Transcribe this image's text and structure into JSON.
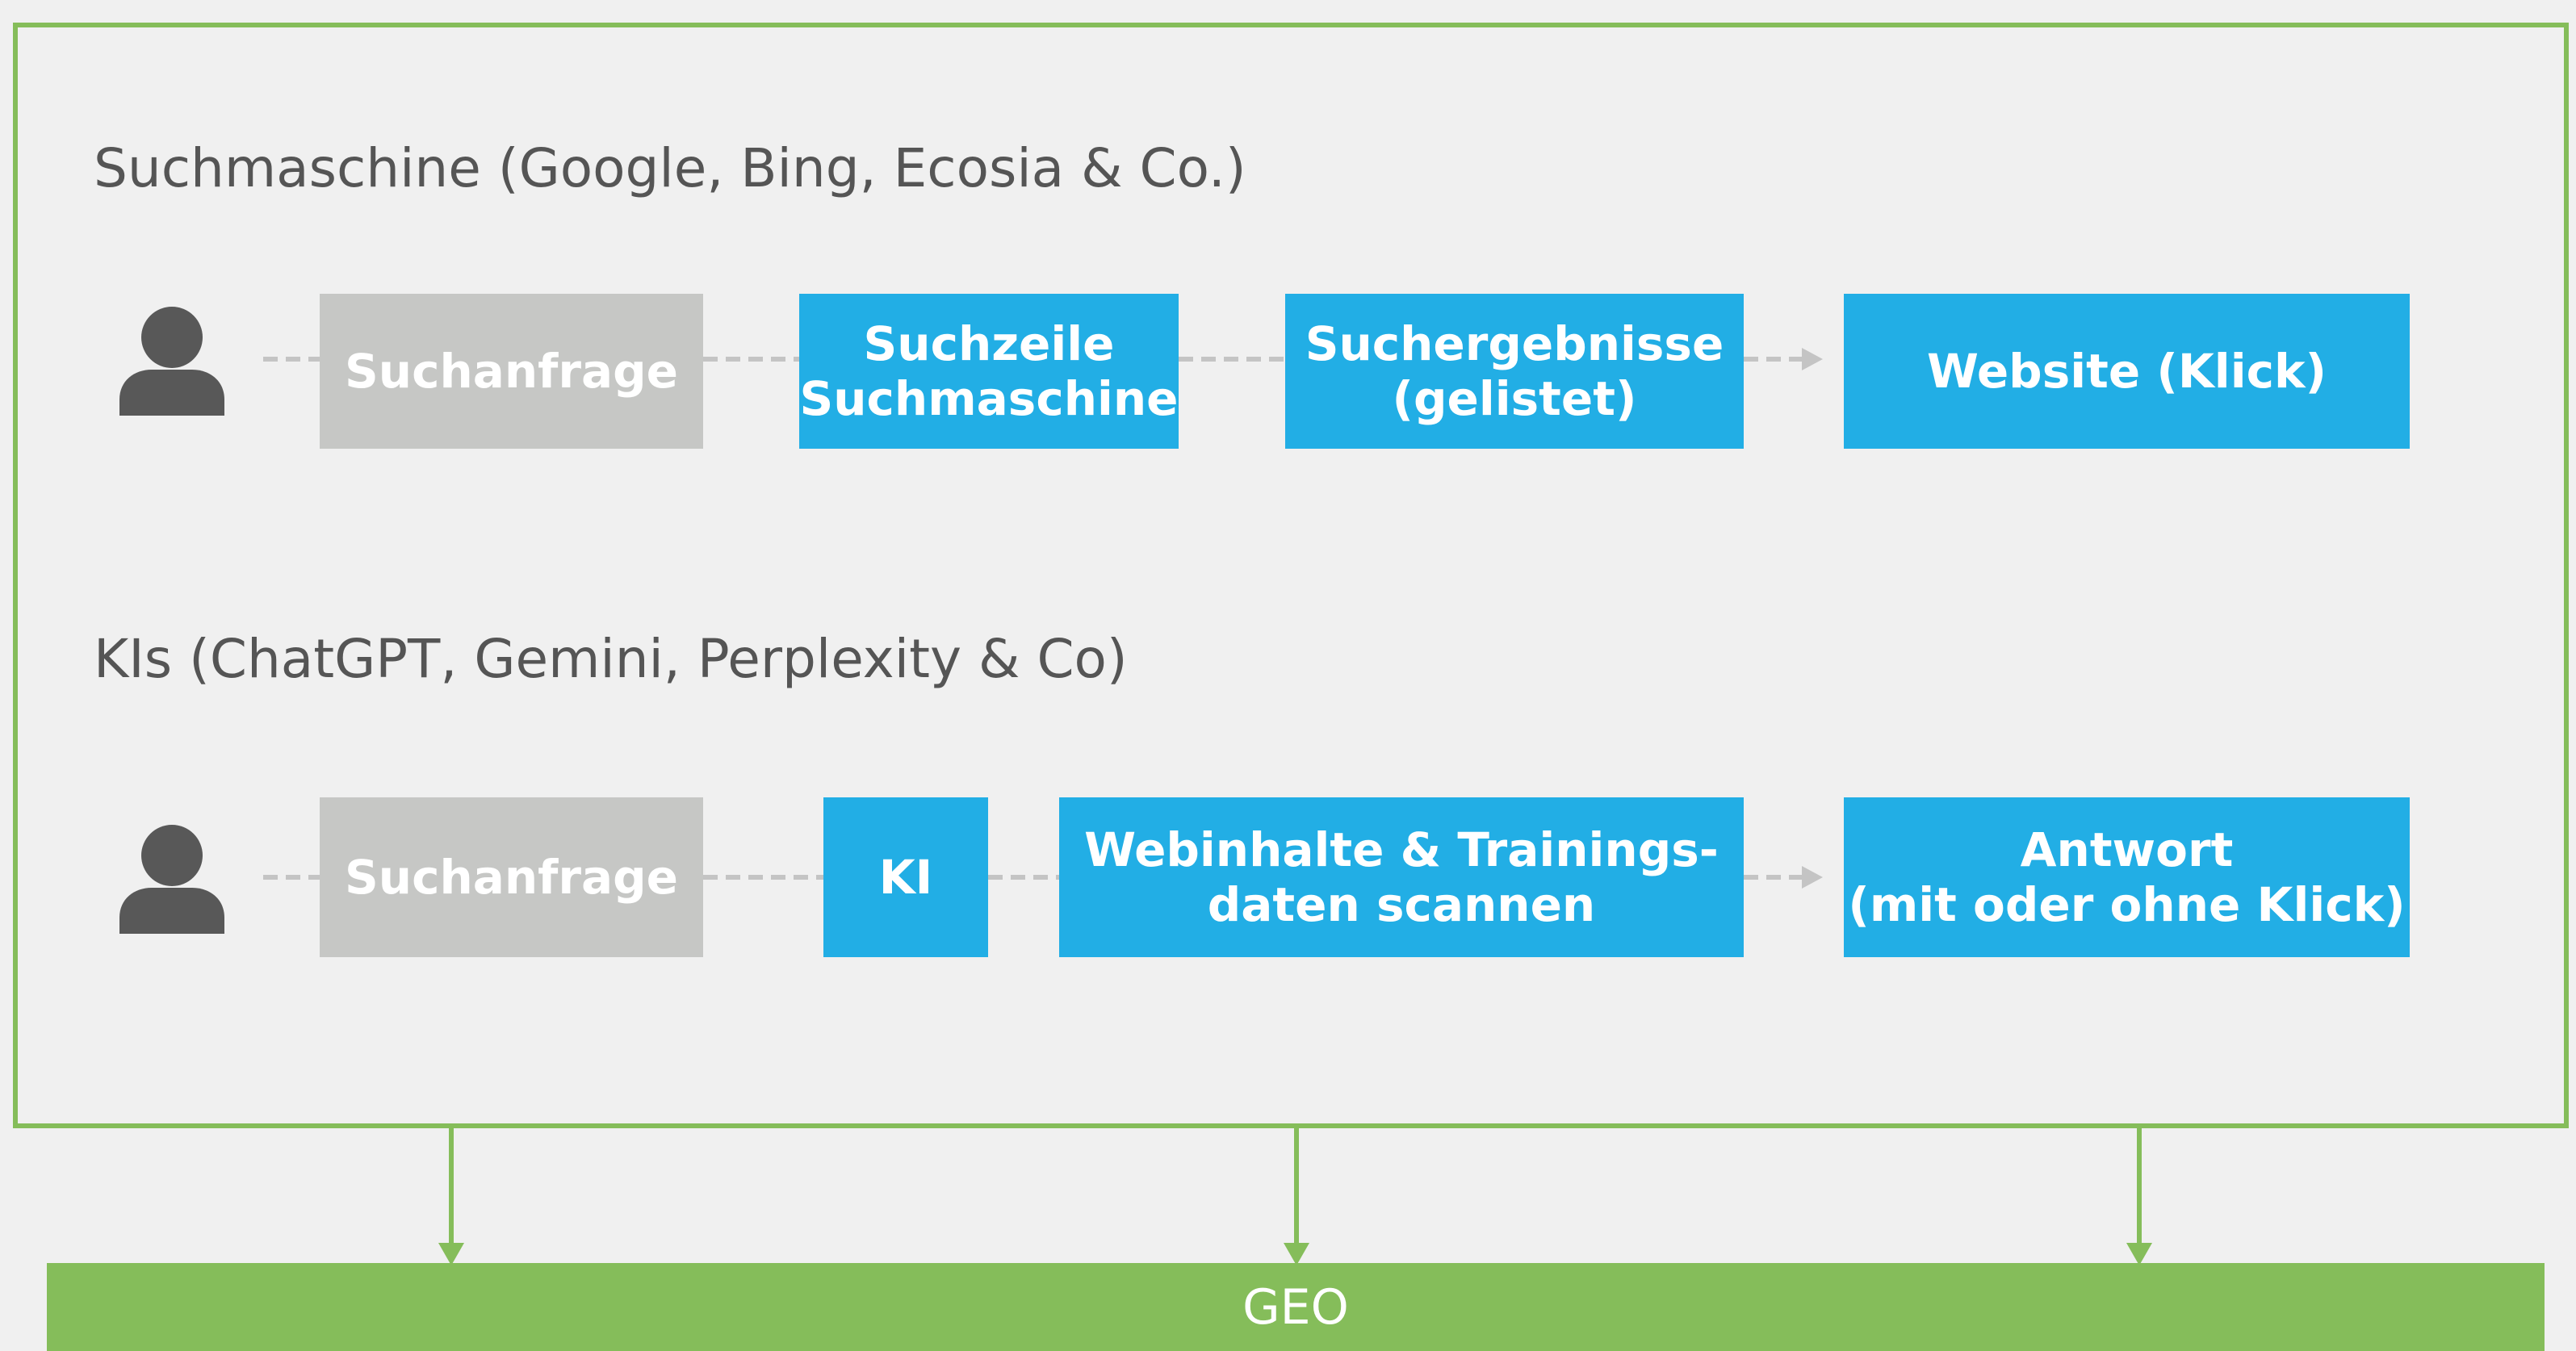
{
  "colors": {
    "frame": "#85bd5a",
    "grey_box": "#c6c7c5",
    "blue_box": "#22aee5",
    "connector": "#c4c4c4",
    "person": "#585858",
    "geo_bar": "#85bd5a",
    "background": "#f0f0f0"
  },
  "search_engine": {
    "title": "Suchmaschine (Google, Bing, Ecosia & Co.)",
    "user_icon": "person-icon",
    "steps": [
      {
        "lines": [
          "Suchanfrage"
        ],
        "style": "grey"
      },
      {
        "lines": [
          "Suchzeile",
          "Suchmaschine"
        ],
        "style": "blue"
      },
      {
        "lines": [
          "Suchergebnisse",
          "(gelistet)"
        ],
        "style": "blue"
      },
      {
        "lines": [
          "Website (Klick)"
        ],
        "style": "blue"
      }
    ]
  },
  "ai": {
    "title": "KIs (ChatGPT, Gemini, Perplexity & Co)",
    "user_icon": "person-icon",
    "steps": [
      {
        "lines": [
          "Suchanfrage"
        ],
        "style": "grey"
      },
      {
        "lines": [
          "KI"
        ],
        "style": "blue"
      },
      {
        "lines": [
          "Webinhalte & Trainings-",
          "daten scannen"
        ],
        "style": "blue"
      },
      {
        "lines": [
          "Antwort",
          "(mit oder ohne Klick)"
        ],
        "style": "blue"
      }
    ]
  },
  "geo": {
    "label": "GEO"
  }
}
